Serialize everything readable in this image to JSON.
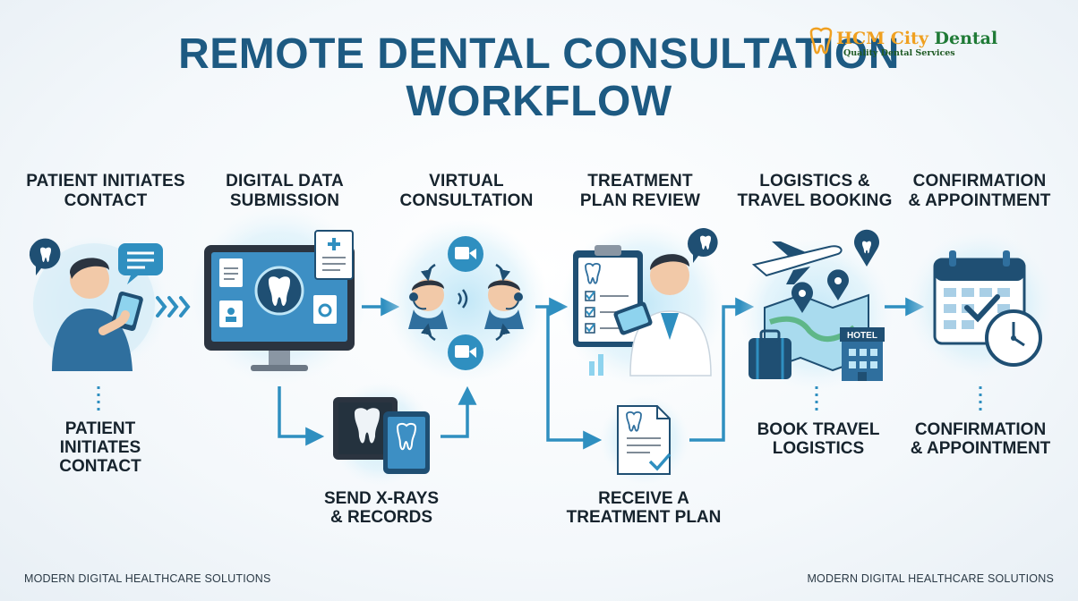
{
  "title": {
    "line1": "REMOTE DENTAL CONSULTATION",
    "line2": "WORKFLOW"
  },
  "logo": {
    "name_part1": "HCM City",
    "name_part2": "Dental",
    "tagline": "Quality Dental Services",
    "icon": "tooth-icon"
  },
  "steps": [
    {
      "id": "contact",
      "heading_l1": "PATIENT INITIATES",
      "heading_l2": "CONTACT",
      "sub_l1": "PATIENT",
      "sub_l2": "INITIATES",
      "sub_l3": "CONTACT"
    },
    {
      "id": "submission",
      "heading_l1": "DIGITAL DATA",
      "heading_l2": "SUBMISSION",
      "sub_l1": "SEND X-RAYS",
      "sub_l2": "& RECORDS"
    },
    {
      "id": "consultation",
      "heading_l1": "VIRTUAL",
      "heading_l2": "CONSULTATION"
    },
    {
      "id": "review",
      "heading_l1": "TREATMENT",
      "heading_l2": "PLAN REVIEW",
      "sub_l1": "RECEIVE A",
      "sub_l2": "TREATMENT PLAN"
    },
    {
      "id": "logistics",
      "heading_l1": "LOGISTICS &",
      "heading_l2": "TRAVEL BOOKING",
      "sub_l1": "BOOK TRAVEL",
      "sub_l2": "LOGISTICS",
      "hotel_sign": "HOTEL"
    },
    {
      "id": "confirmation",
      "heading_l1": "CONFIRMATION",
      "heading_l2": "& APPOINTMENT",
      "sub_l1": "CONFIRMATION",
      "sub_l2": "& APPOINTMENT"
    }
  ],
  "footer": {
    "left": "MODERN DIGITAL HEALTHCARE SOLUTIONS",
    "right": "MODERN DIGITAL HEALTHCARE SOLUTIONS"
  },
  "colors": {
    "title": "#1d5a82",
    "accent": "#2f8fc0",
    "glow": "#bfe6f7",
    "dark_blue": "#1f4f73",
    "skin": "#f2c9a8"
  }
}
